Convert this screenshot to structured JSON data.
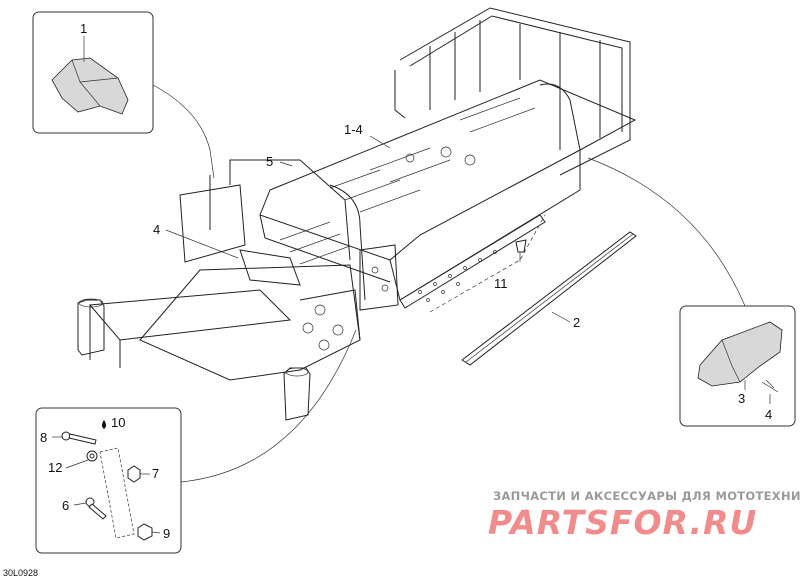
{
  "callouts": {
    "c1": "1",
    "c1_4": "1-4",
    "c2": "2",
    "c3": "3",
    "c4_main": "4",
    "c4_inset": "4",
    "c5": "5",
    "c6": "6",
    "c7": "7",
    "c8": "8",
    "c9": "9",
    "c10": "10",
    "c11": "11",
    "c12": "12"
  },
  "drawing_code": "30L0928",
  "watermark": {
    "tagline": "ЗАПЧАСТИ И АКСЕССУАРЫ ДЛЯ МОТОТЕХНИКИ",
    "brand": "PARTSFOR.RU"
  }
}
